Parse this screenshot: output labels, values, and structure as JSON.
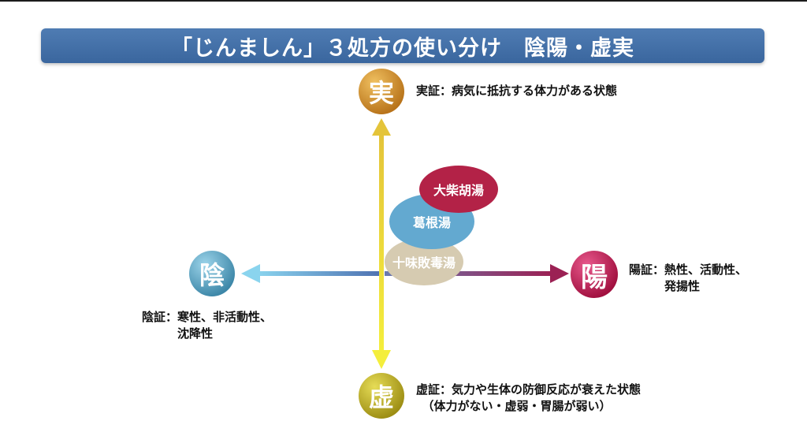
{
  "title": "「じんましん」３処方の使い分け　陰陽・虚実",
  "poles": {
    "jitsu": {
      "label": "実",
      "description": "実証：病気に抵抗する体力がある状態"
    },
    "kyo": {
      "label": "虚",
      "description": "虚証：気力や生体の防御反応が衰えた状態\n　（体力がない・虚弱・胃腸が弱い）"
    },
    "in": {
      "label": "陰",
      "description": "陰証：寒性、非活動性、\n　　　沈降性"
    },
    "yo": {
      "label": "陽",
      "description": "陽証：熱性、活動性、\n　　　発揚性"
    }
  },
  "formulas": {
    "daisaikoto": "大柴胡湯",
    "kakkonto": "葛根湯",
    "jumihaidokuto": "十味敗毒湯"
  },
  "colors": {
    "title_bar": "#3f6ca6",
    "jitsu": "#c68a22",
    "kyo": "#b4a51d",
    "in": "#5aa3c0",
    "yo": "#c2185b",
    "vertical_axis": "#e8d93a",
    "left_axis": "#7ec8e6",
    "right_axis": "#8e2450",
    "daisaikoto": "#b32045",
    "kakkonto": "#62a9d0",
    "jumihaidokuto": "#d7cbb0"
  }
}
